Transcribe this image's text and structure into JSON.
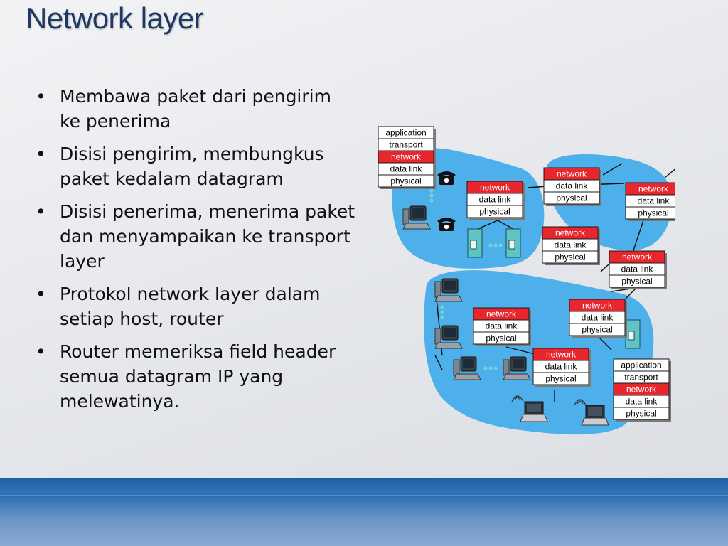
{
  "slide": {
    "title": "Network layer",
    "bullets": [
      "Membawa paket dari pengirim ke penerima",
      "Disisi pengirim, membungkus paket kedalam datagram",
      "Disisi penerima, menerima paket dan menyampaikan ke transport layer",
      "Protokol network layer dalam setiap host, router",
      "Router memeriksa field header semua datagram IP yang melewatinya."
    ],
    "bullet_char": "•"
  },
  "diagram": {
    "host_stack": [
      "application",
      "transport",
      "network",
      "data link",
      "physical"
    ],
    "router_stack": [
      "network",
      "data link",
      "physical"
    ],
    "colors": {
      "network_highlight": "#e8262d",
      "cloud": "#4db0ea",
      "stack_bg": "#ffffff",
      "stack_border": "#1a1a1a"
    },
    "icons": [
      "telephone-icon",
      "desktop-computer-icon",
      "server-icon",
      "laptop-icon",
      "wireless-signal-icon"
    ]
  }
}
